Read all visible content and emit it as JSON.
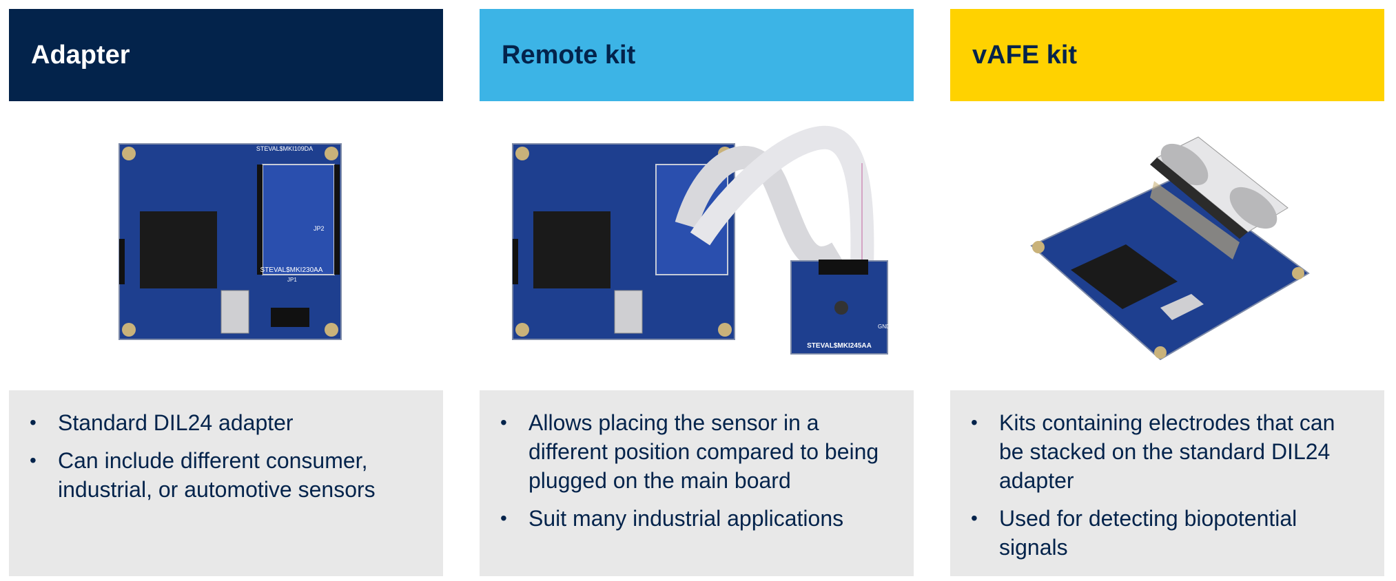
{
  "columns": [
    {
      "title": "Adapter",
      "image": "adapter-board-photo",
      "bullets": [
        "Standard DIL24 adapter",
        "Can include different consumer, industrial, or automotive sensors"
      ],
      "image_labels": [
        "STEVAL$MKI109DA",
        "STEVAL$MKI230AA",
        "JP2",
        "JP1"
      ]
    },
    {
      "title": "Remote kit",
      "image": "remote-kit-photo",
      "bullets": [
        "Allows placing the sensor in a different position compared to being plugged on the main board",
        "Suit many industrial applications"
      ],
      "image_labels": [
        "STEVAL$MKI245AA",
        "GND"
      ]
    },
    {
      "title": "vAFE kit",
      "image": "vafe-kit-photo",
      "bullets": [
        "Kits containing electrodes that can be stacked on the standard DIL24 adapter",
        "Used for detecting biopotential signals"
      ],
      "image_labels": []
    }
  ],
  "colors": {
    "navy": "#03234b",
    "light_blue": "#3cb4e6",
    "yellow": "#ffd200",
    "text_panel": "#e8e8e8",
    "pcb_blue": "#1e3f8f"
  }
}
